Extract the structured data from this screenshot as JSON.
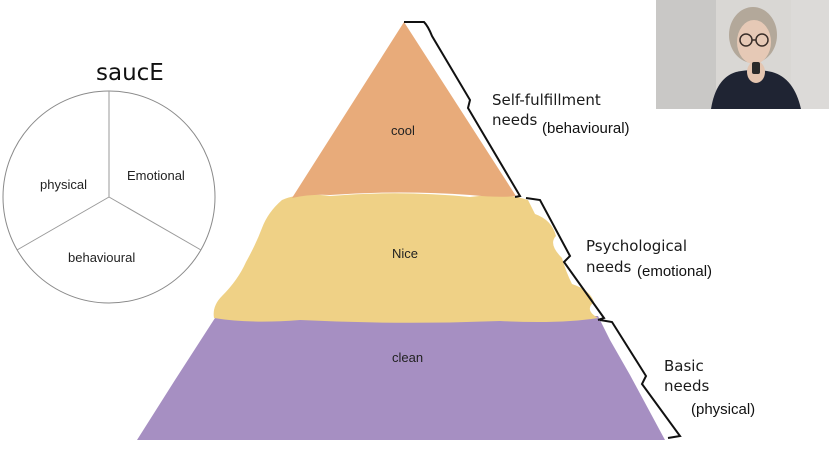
{
  "title": "saucE",
  "pie": {
    "labels": {
      "physical": "physical",
      "emotional": "Emotional",
      "behavioural": "behavioural"
    }
  },
  "pyramid": {
    "tiers": {
      "top": {
        "label": "cool",
        "color": "#e8ab7a"
      },
      "middle": {
        "label": "Nice",
        "color": "#efd186"
      },
      "bottom": {
        "label": "clean",
        "color": "#a68fc2"
      }
    },
    "brackets": {
      "top": {
        "line1": "Self-fulfillment",
        "line2": "needs",
        "note": "(behavioural)"
      },
      "middle": {
        "line1": "Psychological",
        "line2": "needs",
        "note": "(emotional)"
      },
      "bottom": {
        "line1": "Basic",
        "line2": "needs",
        "note": "(physical)"
      }
    }
  },
  "webcam": {
    "icon": "person-video"
  }
}
